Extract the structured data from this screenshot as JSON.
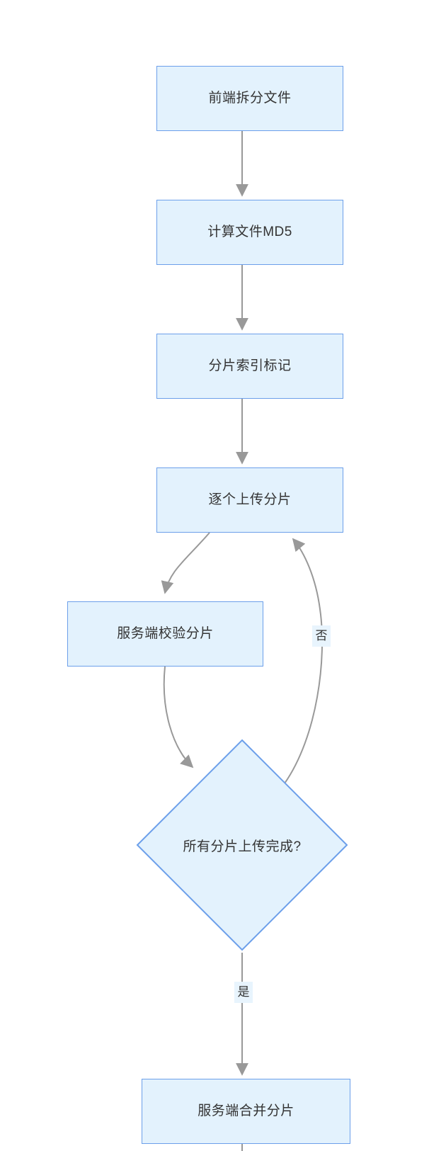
{
  "diagram": {
    "type": "flowchart",
    "direction": "top-to-bottom",
    "title": "",
    "theme": {
      "node_fill": "#e3f2fd",
      "node_stroke": "#6c9fea",
      "edge_stroke": "#999999",
      "text_color": "#333333",
      "label_background": "#e8f4fd",
      "canvas_background": "#ffffff"
    },
    "nodes": [
      {
        "id": "n1",
        "shape": "rect",
        "label": "前端拆分文件"
      },
      {
        "id": "n2",
        "shape": "rect",
        "label": "计算文件MD5"
      },
      {
        "id": "n3",
        "shape": "rect",
        "label": "分片索引标记"
      },
      {
        "id": "n4",
        "shape": "rect",
        "label": "逐个上传分片"
      },
      {
        "id": "n5",
        "shape": "rect",
        "label": "服务端校验分片"
      },
      {
        "id": "n6",
        "shape": "diamond",
        "label": "所有分片上传完成?"
      },
      {
        "id": "n7",
        "shape": "rect",
        "label": "服务端合并分片"
      }
    ],
    "edges": [
      {
        "from": "n1",
        "to": "n2",
        "label": ""
      },
      {
        "from": "n2",
        "to": "n3",
        "label": ""
      },
      {
        "from": "n3",
        "to": "n4",
        "label": ""
      },
      {
        "from": "n4",
        "to": "n5",
        "label": ""
      },
      {
        "from": "n5",
        "to": "n6",
        "label": ""
      },
      {
        "from": "n6",
        "to": "n4",
        "label": "否"
      },
      {
        "from": "n6",
        "to": "n7",
        "label": "是"
      }
    ],
    "edge_labels": {
      "no": "否",
      "yes": "是"
    }
  }
}
